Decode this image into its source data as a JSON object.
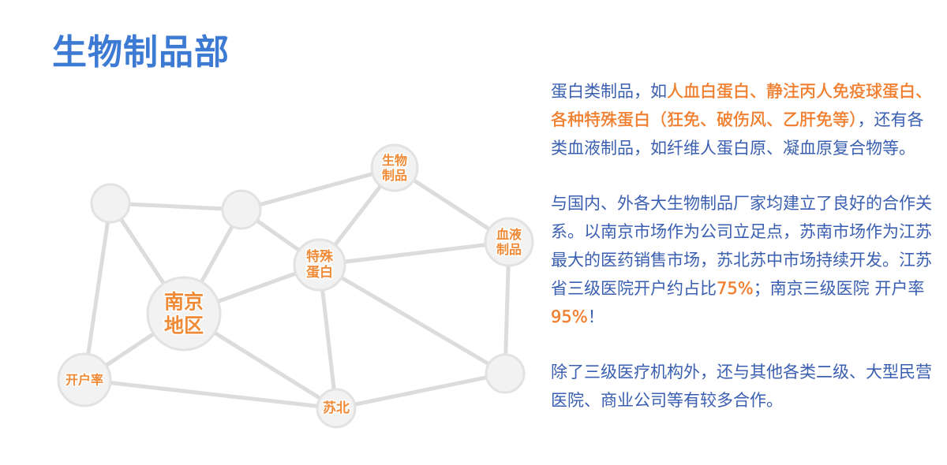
{
  "title": "生物制品部",
  "diagram": {
    "nodes": [
      {
        "id": "n1",
        "label": []
      },
      {
        "id": "n2",
        "label": []
      },
      {
        "id": "bio",
        "label": [
          "生物",
          "制品"
        ]
      },
      {
        "id": "special",
        "label": [
          "特殊",
          "蛋白"
        ]
      },
      {
        "id": "blood",
        "label": [
          "血液",
          "制品"
        ]
      },
      {
        "id": "nanjing",
        "label": [
          "南京",
          "地区"
        ]
      },
      {
        "id": "kaihu",
        "label": [
          "开户率"
        ]
      },
      {
        "id": "subei",
        "label": [
          "苏北"
        ]
      },
      {
        "id": "n9",
        "label": []
      }
    ],
    "edges": [
      [
        "n1",
        "n2"
      ],
      [
        "n1",
        "nanjing"
      ],
      [
        "n1",
        "kaihu"
      ],
      [
        "n2",
        "bio"
      ],
      [
        "n2",
        "special"
      ],
      [
        "n2",
        "nanjing"
      ],
      [
        "bio",
        "special"
      ],
      [
        "bio",
        "blood"
      ],
      [
        "special",
        "blood"
      ],
      [
        "special",
        "nanjing"
      ],
      [
        "special",
        "subei"
      ],
      [
        "special",
        "n9"
      ],
      [
        "blood",
        "n9"
      ],
      [
        "nanjing",
        "kaihu"
      ],
      [
        "nanjing",
        "subei"
      ],
      [
        "kaihu",
        "subei"
      ],
      [
        "subei",
        "n9"
      ]
    ]
  },
  "text": {
    "p1": [
      {
        "t": "蛋白类制品，如",
        "hl": false
      },
      {
        "t": "人血白蛋白、静注丙人免疫球蛋白、各种特殊蛋白（狂免、破伤风、乙肝免等）",
        "hl": true
      },
      {
        "t": "，还有各类血液制品，如纤维人蛋白原、凝血原复合物等。",
        "hl": false
      }
    ],
    "p2": [
      {
        "t": "与国内、外各大生物制品厂家均建立了良好的合作关系。以南京市场作为公司立足点，苏南市场作为江苏最大的医药销售市场，苏北苏中市场持续开发。江苏省三级医院开户约占比",
        "hl": false
      },
      {
        "t": "75%",
        "hl": true
      },
      {
        "t": "；南京三级医院 开户率",
        "hl": false
      },
      {
        "t": "95%",
        "hl": true
      },
      {
        "t": "！",
        "hl": false
      }
    ],
    "p3": [
      {
        "t": "除了三级医疗机构外，还与其他各类二级、大型民营医院、商业公司等有较多合作。",
        "hl": false
      }
    ]
  }
}
